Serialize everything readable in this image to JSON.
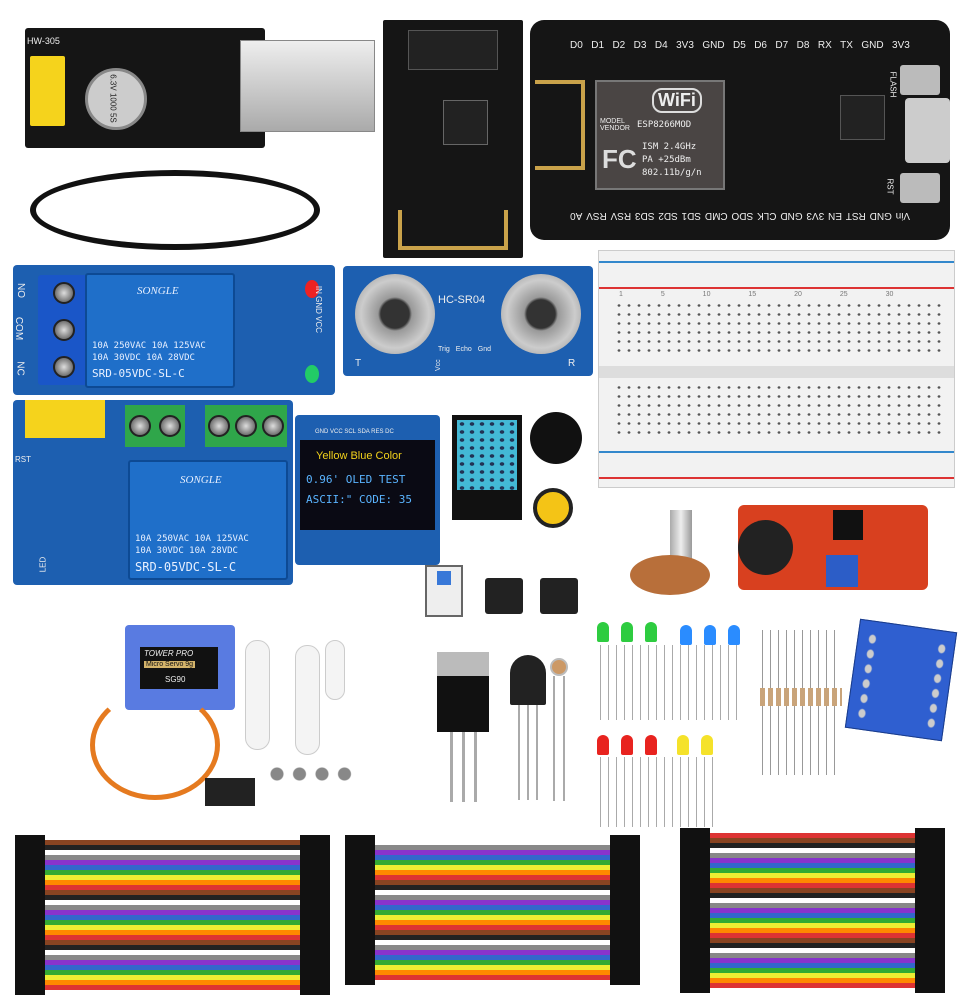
{
  "usb_adapter": {
    "model": "HW-305",
    "capacitor": "6.3V 1000 5S"
  },
  "nodemcu": {
    "top_pins": [
      "D0",
      "D1",
      "D2",
      "D3",
      "D4",
      "3V3",
      "GND",
      "D5",
      "D6",
      "D7",
      "D8",
      "RX",
      "TX",
      "GND",
      "3V3"
    ],
    "bottom_pins": [
      "A0",
      "RSV",
      "RSV",
      "SD3",
      "SD2",
      "SD1",
      "CMD",
      "SDO",
      "CLK",
      "GND",
      "3V3",
      "EN",
      "RST",
      "GND",
      "Vin"
    ],
    "wifi_logo": "WiFi",
    "model_label": "MODEL VENDOR",
    "module": "ESP8266MOD",
    "spec_lines": [
      "ISM 2.4GHz",
      "PA  +25dBm",
      "802.11b/g/n"
    ],
    "flash_label": "FLASH",
    "rst_label": "RST",
    "fcc": "FC"
  },
  "relay_module": {
    "terminals": [
      "NO",
      "COM",
      "NC"
    ],
    "brand": "SONGLE",
    "ratings": [
      "10A 250VAC  10A 125VAC",
      "10A 30VDC  10A 28VDC"
    ],
    "model": "SRD-05VDC-SL-C",
    "pins": [
      "IN",
      "GND",
      "VCC"
    ]
  },
  "ultrasonic": {
    "model": "HC-SR04",
    "pins": [
      "Vcc",
      "Trig",
      "Echo",
      "Gnd"
    ],
    "t_label": "T",
    "r_label": "R"
  },
  "esp_relay": {
    "brand": "SONGLE",
    "ratings": [
      "10A 250VAC  10A 125VAC",
      "10A 30VDC  10A 28VDC"
    ],
    "model": "SRD-05VDC-SL-C",
    "rst_label": "RST",
    "led_label": "LED"
  },
  "oled": {
    "pins": "GND VCC SCL SDA RES DC",
    "lines": [
      "Yellow Blue Color",
      "0.96' OLED TEST",
      "ASCII:\" CODE: 35"
    ]
  },
  "servo": {
    "brand": "TOWER PRO",
    "type": "Micro Servo 9g",
    "model": "SG90"
  },
  "breadboard": {
    "row_numbers": "1 5 10 15 20 25 30"
  },
  "colors": {
    "pcb_black": "#151515",
    "pcb_blue": "#1d5fb0",
    "led_green": "#2ecc40",
    "led_blue": "#2a8cff",
    "led_red": "#e8231f",
    "led_yellow": "#f5e22a"
  }
}
